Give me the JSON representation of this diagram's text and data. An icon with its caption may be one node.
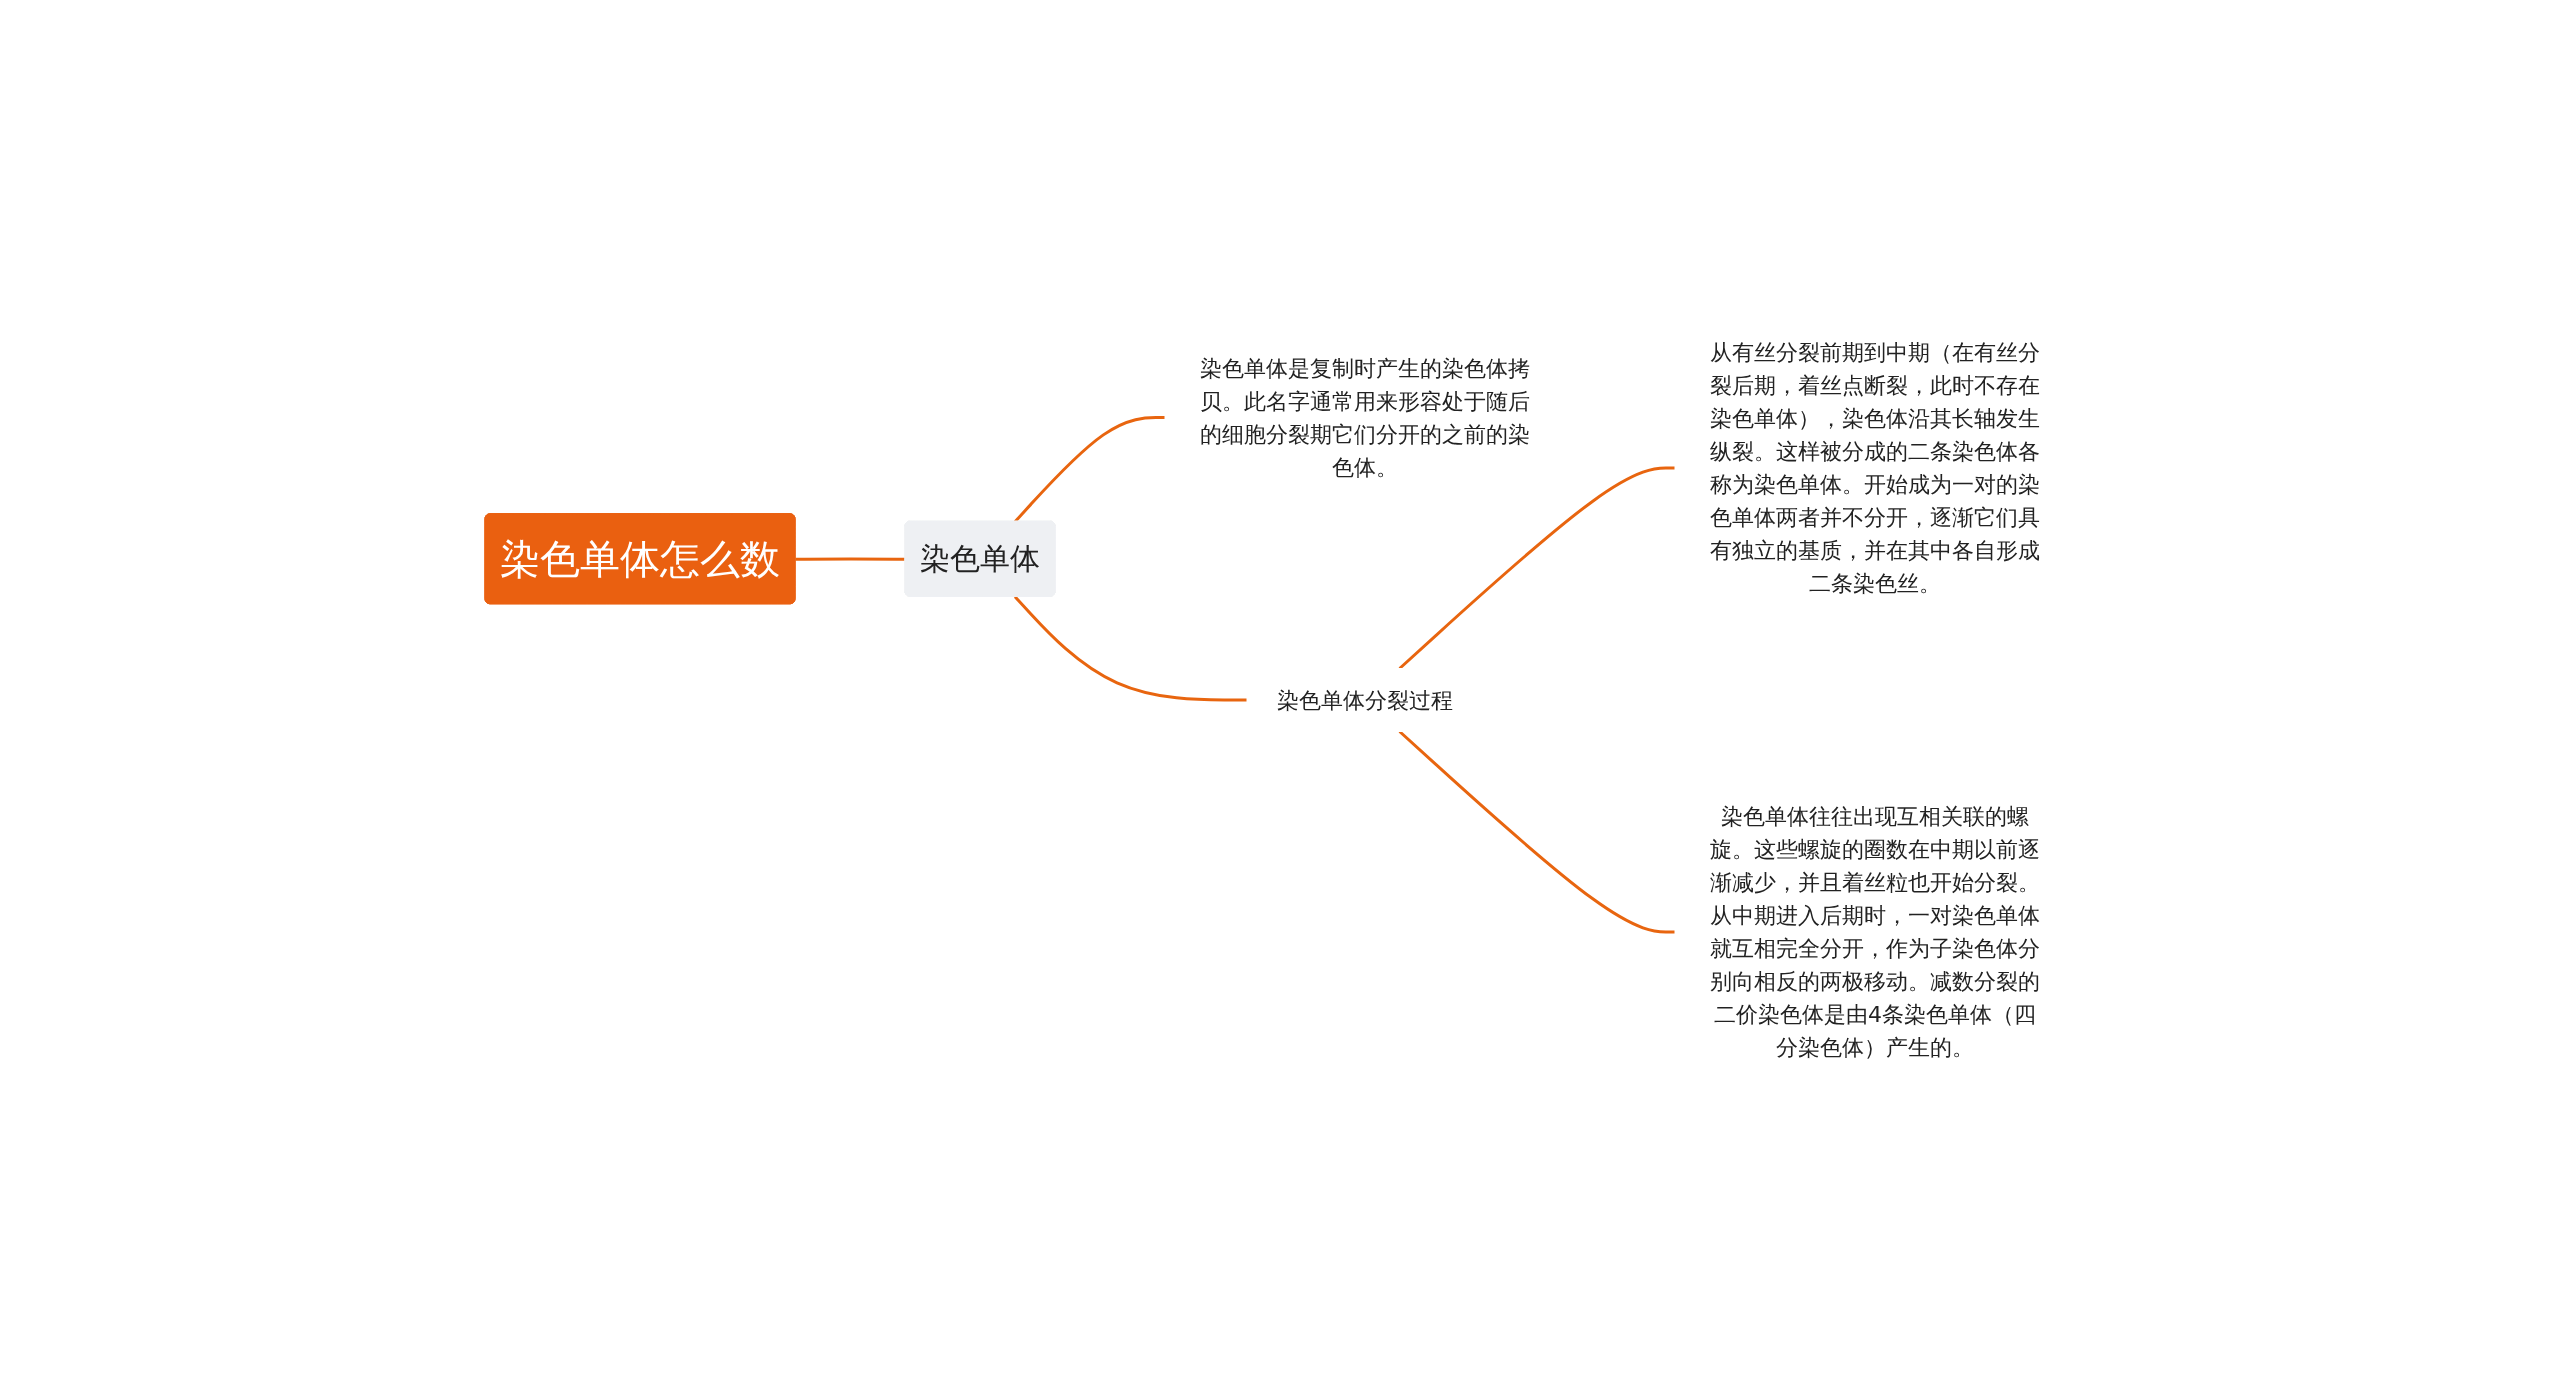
{
  "diagram": {
    "nodes": [
      {
        "text": [
          "染色单体怎么数"
        ]
      },
      {
        "text": [
          "染色单体"
        ]
      },
      {
        "text": [
          "染色单体是复制时产生的染色体拷贝。此名字通常用来形容处于随后的细胞分裂期它们分开的之前的染色体。"
        ]
      },
      {
        "text": [
          "染色单体分裂过程"
        ]
      },
      {
        "text": [
          "从有丝分裂前期到中期（在有丝分裂后期，着丝点断裂，此时不存在染色单体），染色体沿其长轴发生纵裂。这样被分成的二条染色体各称为染色单体。开始成为一对的染色单体两者并不分开，逐渐它们具有独立的基质，并在其中各自形成二条染色丝。"
        ]
      },
      {
        "text": [
          "染色单体往往出现互相关联的螺旋。这些螺旋的圈数在中期以前逐渐减少，并且着丝粒也开始分裂。从中期进入后期时，一对染色单体就互相完全分开，作为子染色体分别向相反的两极移动。减数分裂的二价染色体是由4条染色单体（四分染色体）产生的。"
        ]
      }
    ],
    "edges": [
      {
        "from": 0,
        "to": 1,
        "arrow": "none"
      },
      {
        "from": 1,
        "to": 2,
        "arrow": "none"
      },
      {
        "from": 1,
        "to": 3,
        "arrow": "none"
      },
      {
        "from": 3,
        "to": 4,
        "arrow": "none"
      },
      {
        "from": 3,
        "to": 5,
        "arrow": "none"
      }
    ]
  }
}
